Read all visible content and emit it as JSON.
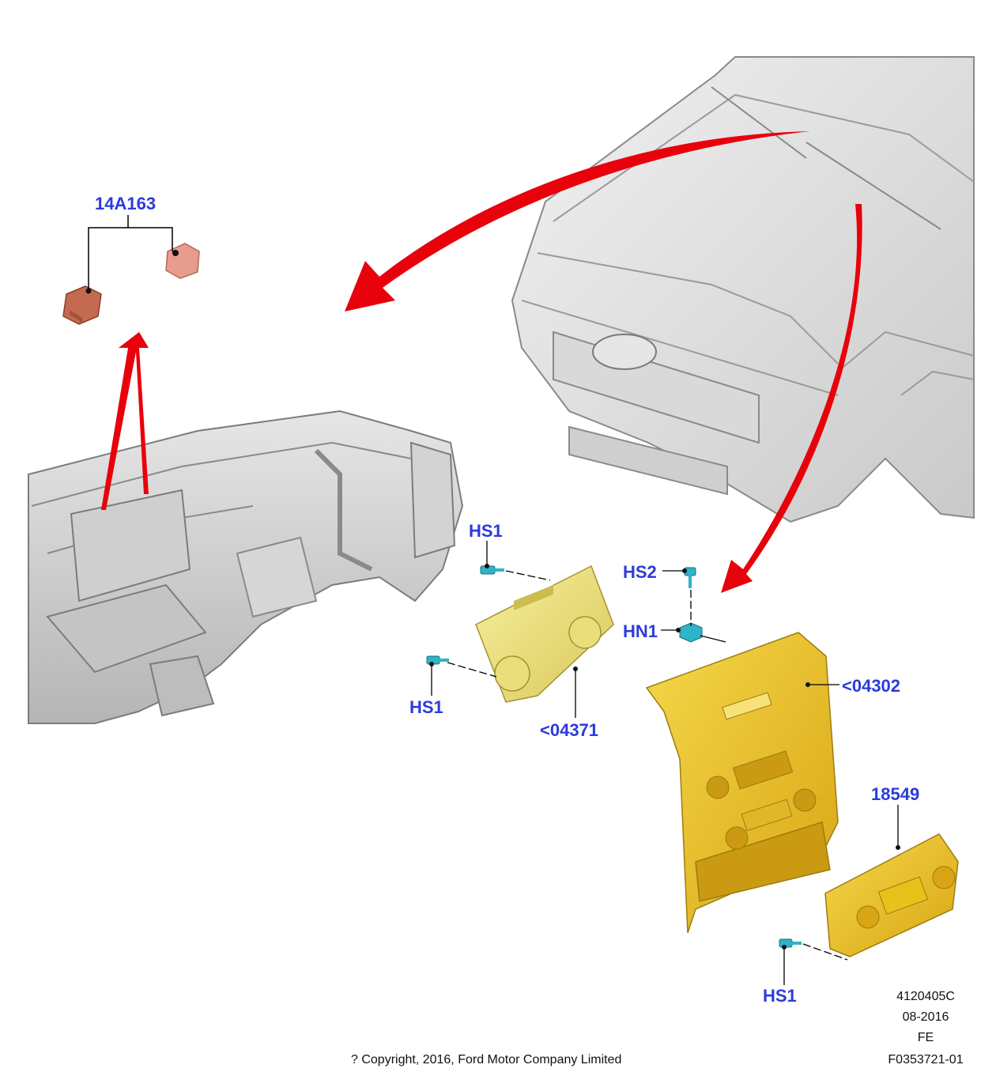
{
  "callouts": {
    "relay": "14A163",
    "hs1_top": "HS1",
    "hs1_left": "HS1",
    "hs1_bottom": "HS1",
    "hs2": "HS2",
    "hn1": "HN1",
    "bracket": "<04371",
    "bezel": "<04302",
    "control": "18549"
  },
  "footer": {
    "copyright": "? Copyright, 2016, Ford Motor Company Limited",
    "code": "4120405C",
    "date": "08-2016",
    "market": "FE",
    "figure": "F0353721-01"
  },
  "colors": {
    "callout_blue": "#2b3bdc",
    "arrow_red": "#e8000b",
    "part_yellow": "#e8c21b",
    "fastener_cyan": "#2fb3c9",
    "relay_red": "#e07a6a"
  }
}
